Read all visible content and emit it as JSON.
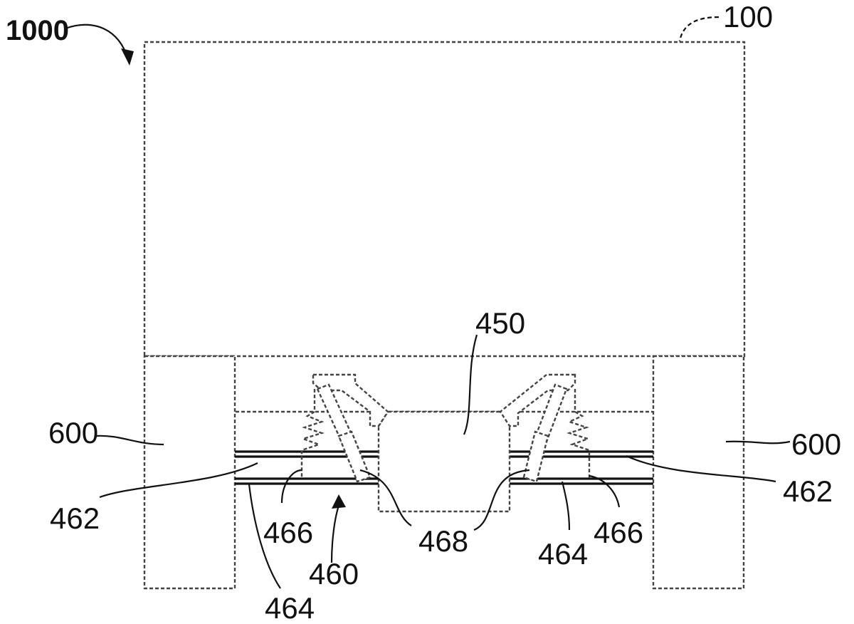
{
  "figure": {
    "reference": "1000",
    "labels": {
      "body": "100",
      "hub": "450",
      "wheel_left": "600",
      "wheel_right": "600",
      "rail_upper_left": "462",
      "rail_upper_right": "462",
      "rail_lower_left": "464",
      "rail_lower_right": "464",
      "spring_left": "466",
      "spring_right": "466",
      "actuator": "468",
      "suspension_assembly": "460"
    }
  }
}
